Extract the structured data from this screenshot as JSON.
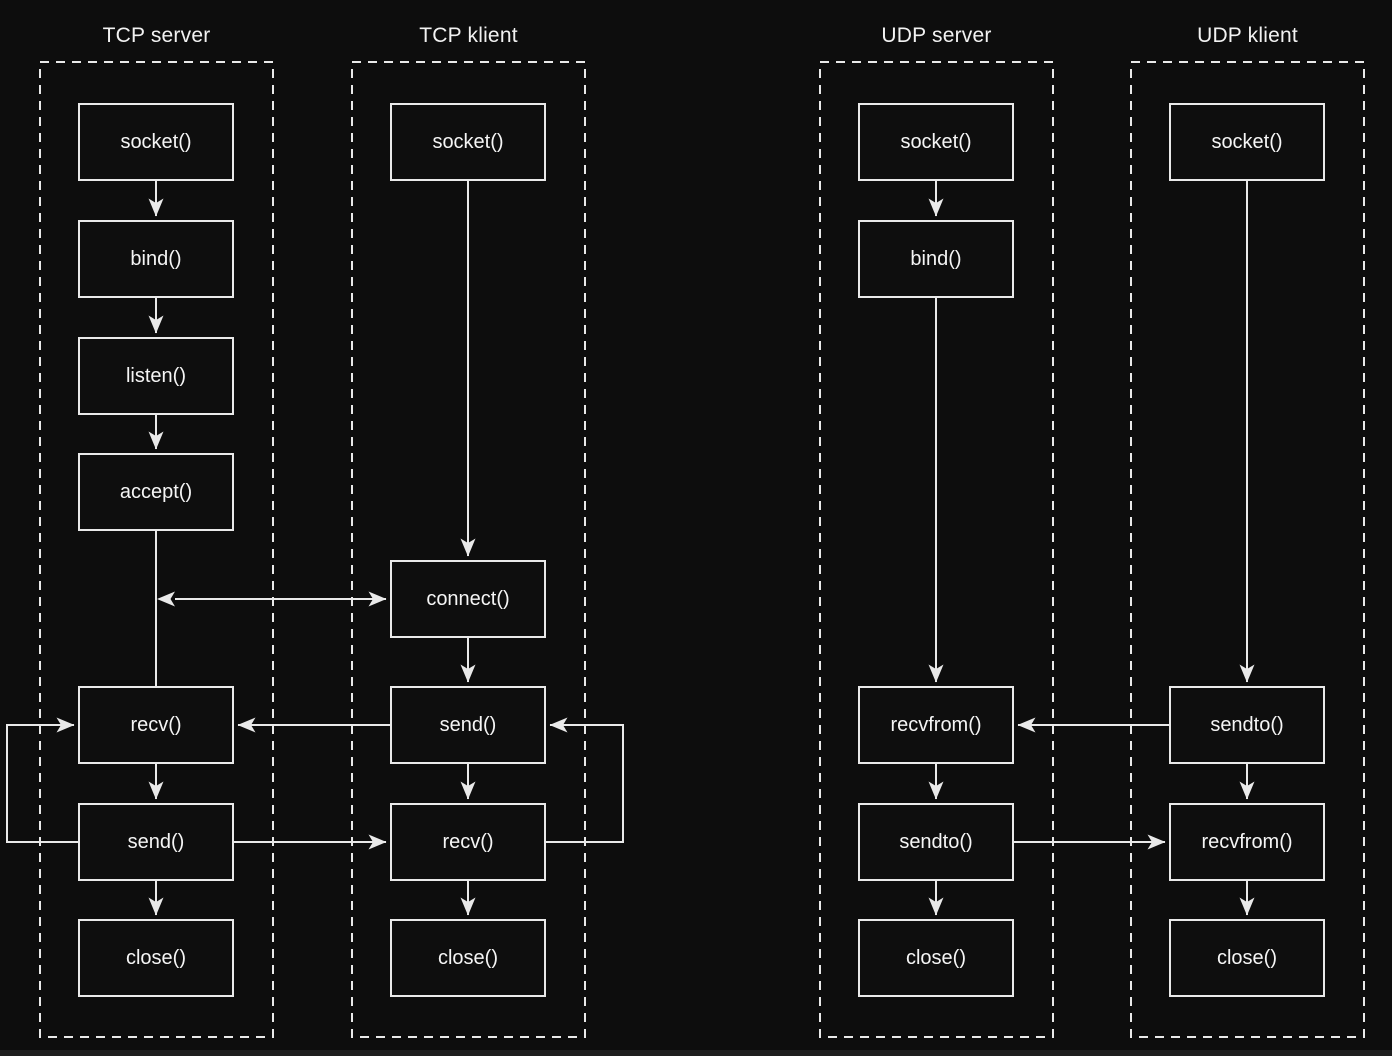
{
  "diagram": {
    "title_row": {
      "tcp_server": "TCP server",
      "tcp_klient": "TCP klient",
      "udp_server": "UDP server",
      "udp_klient": "UDP klient"
    },
    "columns": [
      {
        "id": "tcp-server",
        "title": "TCP server",
        "nodes": [
          {
            "label": "socket()"
          },
          {
            "label": "bind()"
          },
          {
            "label": "listen()"
          },
          {
            "label": "accept()"
          },
          {
            "label": "recv()"
          },
          {
            "label": "send()"
          },
          {
            "label": "close()"
          }
        ]
      },
      {
        "id": "tcp-klient",
        "title": "TCP klient",
        "nodes": [
          {
            "label": "socket()"
          },
          {
            "label": "connect()"
          },
          {
            "label": "send()"
          },
          {
            "label": "recv()"
          },
          {
            "label": "close()"
          }
        ]
      },
      {
        "id": "udp-server",
        "title": "UDP server",
        "nodes": [
          {
            "label": "socket()"
          },
          {
            "label": "bind()"
          },
          {
            "label": "recvfrom()"
          },
          {
            "label": "sendto()"
          },
          {
            "label": "close()"
          }
        ]
      },
      {
        "id": "udp-klient",
        "title": "UDP klient",
        "nodes": [
          {
            "label": "socket()"
          },
          {
            "label": "sendto()"
          },
          {
            "label": "recvfrom()"
          },
          {
            "label": "close()"
          }
        ]
      }
    ],
    "edges": [
      {
        "from": "tcp-server.socket",
        "to": "tcp-server.bind",
        "type": "arrow"
      },
      {
        "from": "tcp-server.bind",
        "to": "tcp-server.listen",
        "type": "arrow"
      },
      {
        "from": "tcp-server.listen",
        "to": "tcp-server.accept",
        "type": "arrow"
      },
      {
        "from": "tcp-server.accept",
        "to": "tcp-server.recv",
        "type": "plain-line"
      },
      {
        "from": "tcp-server.recv",
        "to": "tcp-server.send",
        "type": "arrow"
      },
      {
        "from": "tcp-server.send",
        "to": "tcp-server.close",
        "type": "arrow"
      },
      {
        "from": "tcp-server.send",
        "to": "tcp-server.recv",
        "type": "loop-left-outside"
      },
      {
        "from": "tcp-server.accept",
        "to": "tcp-klient.connect",
        "type": "double-arrow"
      },
      {
        "from": "tcp-klient.socket",
        "to": "tcp-klient.connect",
        "type": "arrow"
      },
      {
        "from": "tcp-klient.connect",
        "to": "tcp-klient.send",
        "type": "arrow"
      },
      {
        "from": "tcp-klient.send",
        "to": "tcp-klient.recv",
        "type": "arrow"
      },
      {
        "from": "tcp-klient.recv",
        "to": "tcp-klient.close",
        "type": "arrow"
      },
      {
        "from": "tcp-klient.recv",
        "to": "tcp-klient.send",
        "type": "loop-right-outside"
      },
      {
        "from": "tcp-klient.send",
        "to": "tcp-server.recv",
        "type": "arrow"
      },
      {
        "from": "tcp-server.send",
        "to": "tcp-klient.recv",
        "type": "arrow"
      },
      {
        "from": "udp-server.socket",
        "to": "udp-server.bind",
        "type": "arrow"
      },
      {
        "from": "udp-server.bind",
        "to": "udp-server.recvfrom",
        "type": "arrow"
      },
      {
        "from": "udp-server.recvfrom",
        "to": "udp-server.sendto",
        "type": "arrow"
      },
      {
        "from": "udp-server.sendto",
        "to": "udp-server.close",
        "type": "arrow"
      },
      {
        "from": "udp-klient.socket",
        "to": "udp-klient.sendto",
        "type": "arrow"
      },
      {
        "from": "udp-klient.sendto",
        "to": "udp-klient.recvfrom",
        "type": "arrow"
      },
      {
        "from": "udp-klient.recvfrom",
        "to": "udp-klient.close",
        "type": "arrow"
      },
      {
        "from": "udp-klient.sendto",
        "to": "udp-server.recvfrom",
        "type": "arrow"
      },
      {
        "from": "udp-server.sendto",
        "to": "udp-klient.recvfrom",
        "type": "arrow"
      }
    ],
    "colors": {
      "background": "#0d0d0d",
      "line": "#e9e9e9",
      "text": "#f5f5f5"
    }
  }
}
